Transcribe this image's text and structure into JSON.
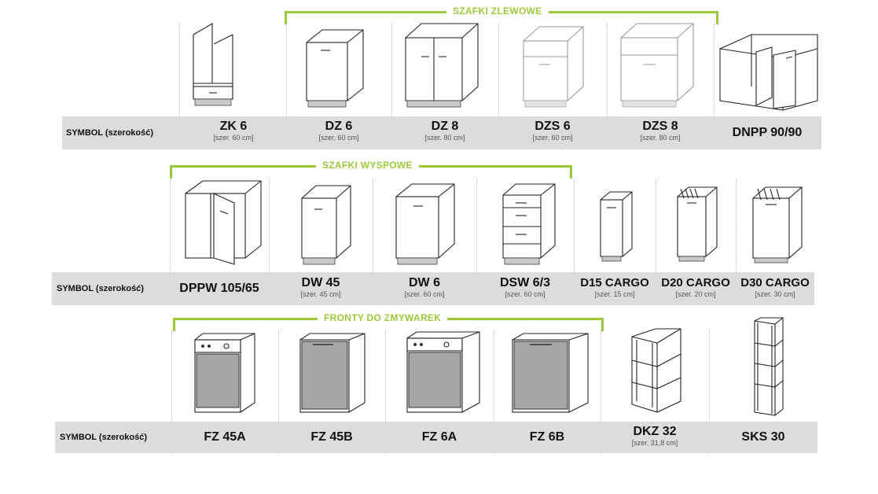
{
  "sections": [
    {
      "title": "SZAFKI ZLEWOWE",
      "bar_label": "SYMBOL (szerokość)",
      "items": [
        {
          "symbol": "ZK 6",
          "width": "[szer. 60 cm]"
        },
        {
          "symbol": "DZ 6",
          "width": "[szer. 60 cm]"
        },
        {
          "symbol": "DZ 8",
          "width": "[szer. 80 cm]"
        },
        {
          "symbol": "DZS 6",
          "width": "[szer. 60 cm]"
        },
        {
          "symbol": "DZS 8",
          "width": "[szer. 80 cm]"
        },
        {
          "symbol": "DNPP 90/90",
          "width": ""
        }
      ]
    },
    {
      "title": "SZAFKI WYSPOWE",
      "bar_label": "SYMBOL (szerokość)",
      "items": [
        {
          "symbol": "DPPW 105/65",
          "width": ""
        },
        {
          "symbol": "DW 45",
          "width": "[szer. 45 cm]"
        },
        {
          "symbol": "DW 6",
          "width": "[szer. 60 cm]"
        },
        {
          "symbol": "DSW 6/3",
          "width": "[szer. 60 cm]"
        },
        {
          "symbol": "D15 CARGO",
          "width": "[szer. 15 cm]"
        },
        {
          "symbol": "D20 CARGO",
          "width": "[szer. 20 cm]"
        },
        {
          "symbol": "D30 CARGO",
          "width": "[szer. 30 cm]"
        }
      ]
    },
    {
      "title": "FRONTY DO ZMYWAREK",
      "bar_label": "SYMBOL (szerokość)",
      "items": [
        {
          "symbol": "FZ 45A",
          "width": ""
        },
        {
          "symbol": "FZ 45B",
          "width": ""
        },
        {
          "symbol": "FZ 6A",
          "width": ""
        },
        {
          "symbol": "FZ 6B",
          "width": ""
        },
        {
          "symbol": "DKZ 32",
          "width": "[szer. 31,8 cm]"
        },
        {
          "symbol": "SKS 30",
          "width": ""
        }
      ]
    }
  ],
  "colors": {
    "accent": "#9cc83b",
    "bar": "#dcdcdc"
  }
}
